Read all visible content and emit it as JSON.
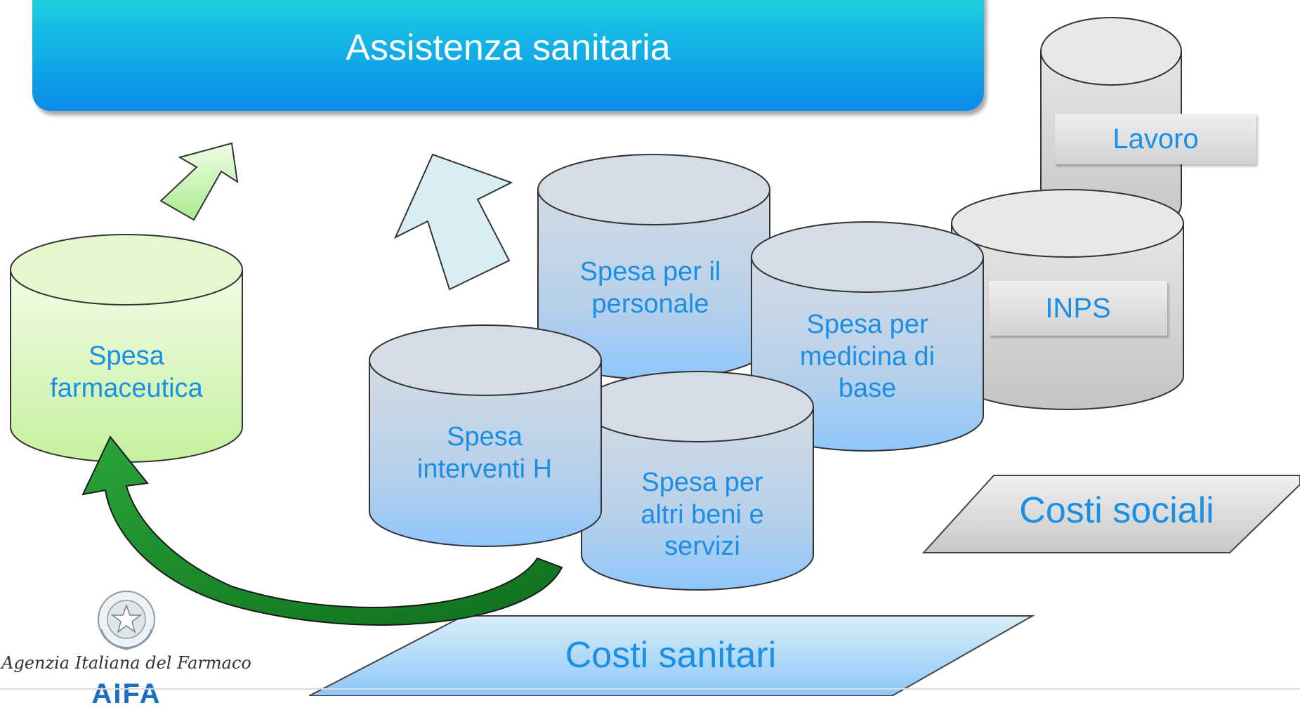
{
  "banner": {
    "title": "Assistenza sanitaria"
  },
  "cylinders": {
    "farmaceutica": "Spesa\nfarmaceutica",
    "personale": "Spesa per il\npersonale",
    "medicina_base": "Spesa per\nmedicina di\nbase",
    "interventi_h": "Spesa\ninterventi H",
    "altri_beni": "Spesa per\naltri beni e\nservizi",
    "lavoro": "Lavoro",
    "inps": "INPS"
  },
  "platforms": {
    "costi_sociali": "Costi sociali",
    "costi_sanitari": "Costi sanitari"
  },
  "logo": {
    "agency": "Agenzia Italiana del Farmaco",
    "acronym": "AIFA"
  },
  "colors": {
    "label_blue": "#1a8fe6",
    "banner_top": "#1ed8da",
    "banner_bottom": "#0a8ae8",
    "green_cylinder": "#d6f7b8",
    "blue_cylinder": "#c8d8ea",
    "gray_cylinder": "#d0d0d0",
    "curved_arrow": "#1f8f2a"
  }
}
